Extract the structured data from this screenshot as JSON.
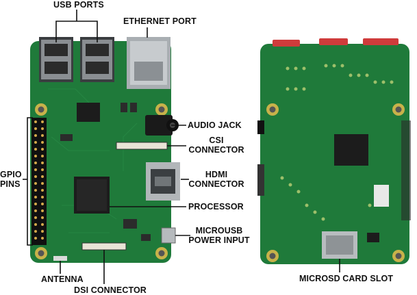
{
  "labels": {
    "usb_ports": "USB PORTS",
    "ethernet_port": "ETHERNET PORT",
    "audio_jack": "AUDIO JACK",
    "csi_connector": [
      "CSI",
      "CONNECTOR"
    ],
    "hdmi_connector": [
      "HDMI",
      "CONNECTOR"
    ],
    "gpio_pins": [
      "GPIO",
      "PINS"
    ],
    "processor": "PROCESSOR",
    "microusb_power_input": [
      "MICROUSB",
      "POWER INPUT"
    ],
    "antenna": "ANTENNA",
    "dsi_connector": "DSI CONNECTOR",
    "microsd_card_slot": "MICROSD CARD SLOT"
  },
  "colors": {
    "pcb": "#1f7a3a",
    "pcb_dark": "#175f2c",
    "mounting_hole": "#c8b24a",
    "metal": "#b8bcbf",
    "chip": "#1c1c1c",
    "leader": "#111111"
  }
}
